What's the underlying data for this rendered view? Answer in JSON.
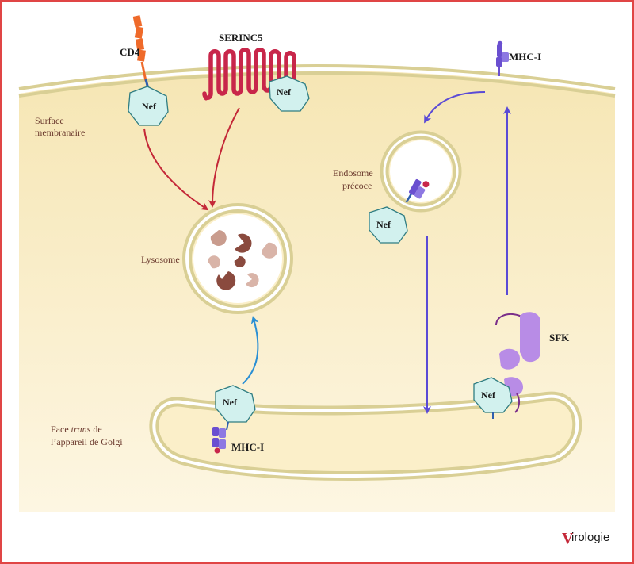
{
  "labels": {
    "cd4": "CD4",
    "serinc5": "SERINC5",
    "mhc_top": "MHC-I",
    "mhc_golgi": "MHC-I",
    "sfk": "SFK",
    "nef": "Nef",
    "surface_line1": "Surface",
    "surface_line2": "membranaire",
    "endosome_line1": "Endosome",
    "endosome_line2": "précoce",
    "lysosome": "Lysosome",
    "golgi_face": "Face",
    "golgi_trans": "trans",
    "golgi_de": "de",
    "golgi_line2": "l’appareil de Golgi"
  },
  "logo": {
    "initial": "V",
    "rest": "irologie"
  },
  "colors": {
    "border": "#e04545",
    "cytoplasm": "#fbefc9",
    "membrane": "#d9cf95",
    "nef_fill": "#d2f1ee",
    "nef_stroke": "#2f7d82",
    "red_arrow": "#c42838",
    "blue_arrow": "#2a8fd4",
    "purple_arrow": "#5a4ad6",
    "cd4": "#ef6a2a",
    "serinc5": "#c8264a",
    "mhc": "#6a4fd0",
    "sfk": "#b88ce6",
    "label_brown": "#6b3a2e"
  }
}
